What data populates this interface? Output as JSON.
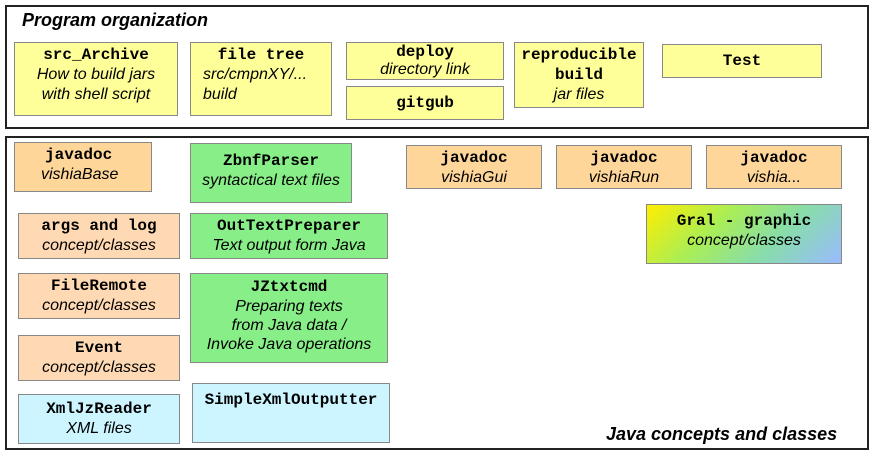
{
  "top_panel": {
    "heading": "Program organization",
    "boxes": [
      {
        "title": "src_Archive",
        "sub": [
          "How to build jars",
          "with shell script"
        ]
      },
      {
        "title": "file tree",
        "sub": [
          "src/cmpnXY/...",
          "build"
        ]
      },
      {
        "title": "deploy",
        "sub": [
          "directory link"
        ]
      },
      {
        "title": "gitgub",
        "sub": []
      },
      {
        "title": "reproducible",
        "title2": "build",
        "sub": [
          "jar files"
        ]
      },
      {
        "title": "Test",
        "sub": []
      }
    ]
  },
  "bottom_panel": {
    "heading": "Java concepts and classes",
    "boxes": [
      {
        "title": "javadoc",
        "sub": [
          "vishiaBase"
        ]
      },
      {
        "title": "ZbnfParser",
        "sub": [
          "syntactical text files"
        ]
      },
      {
        "title": "javadoc",
        "sub": [
          "vishiaGui"
        ]
      },
      {
        "title": "javadoc",
        "sub": [
          "vishiaRun"
        ]
      },
      {
        "title": "javadoc",
        "sub": [
          "vishia..."
        ]
      },
      {
        "title": "args and log",
        "sub": [
          "concept/classes"
        ]
      },
      {
        "title": "OutTextPreparer",
        "sub": [
          "Text output form Java"
        ]
      },
      {
        "title": "Gral - graphic",
        "sub": [
          "concept/classes"
        ]
      },
      {
        "title": "FileRemote",
        "sub": [
          "concept/classes"
        ]
      },
      {
        "title": "JZtxtcmd",
        "sub": [
          "Preparing texts",
          "from Java data /",
          "Invoke Java operations"
        ]
      },
      {
        "title": "Event",
        "sub": [
          "concept/classes"
        ]
      },
      {
        "title": "XmlJzReader",
        "sub": [
          "XML files"
        ]
      },
      {
        "title": "SimpleXmlOutputter",
        "sub": []
      }
    ]
  },
  "colors": {
    "yellow": "#ffff99",
    "orange": "#ffd699",
    "salmon": "#ffd9b3",
    "green": "#88ee88",
    "cyan": "#ccf5ff",
    "gradient": [
      "#ffee00",
      "#aaee55",
      "#88ddaa",
      "#99bbff"
    ]
  }
}
